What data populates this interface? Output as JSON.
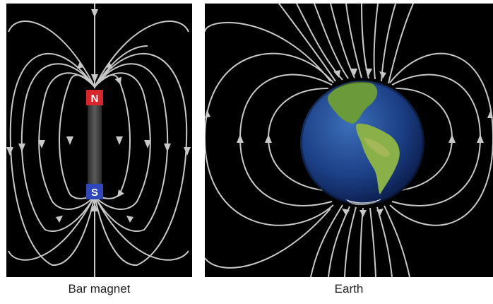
{
  "panels": {
    "bar_magnet": {
      "caption": "Bar magnet",
      "north_label": "N",
      "south_label": "S",
      "north_color": "#d8262d",
      "south_color": "#2f47b8"
    },
    "earth": {
      "caption": "Earth"
    }
  },
  "colors": {
    "background": "#000000",
    "field_lines": "#c8c8c8"
  }
}
